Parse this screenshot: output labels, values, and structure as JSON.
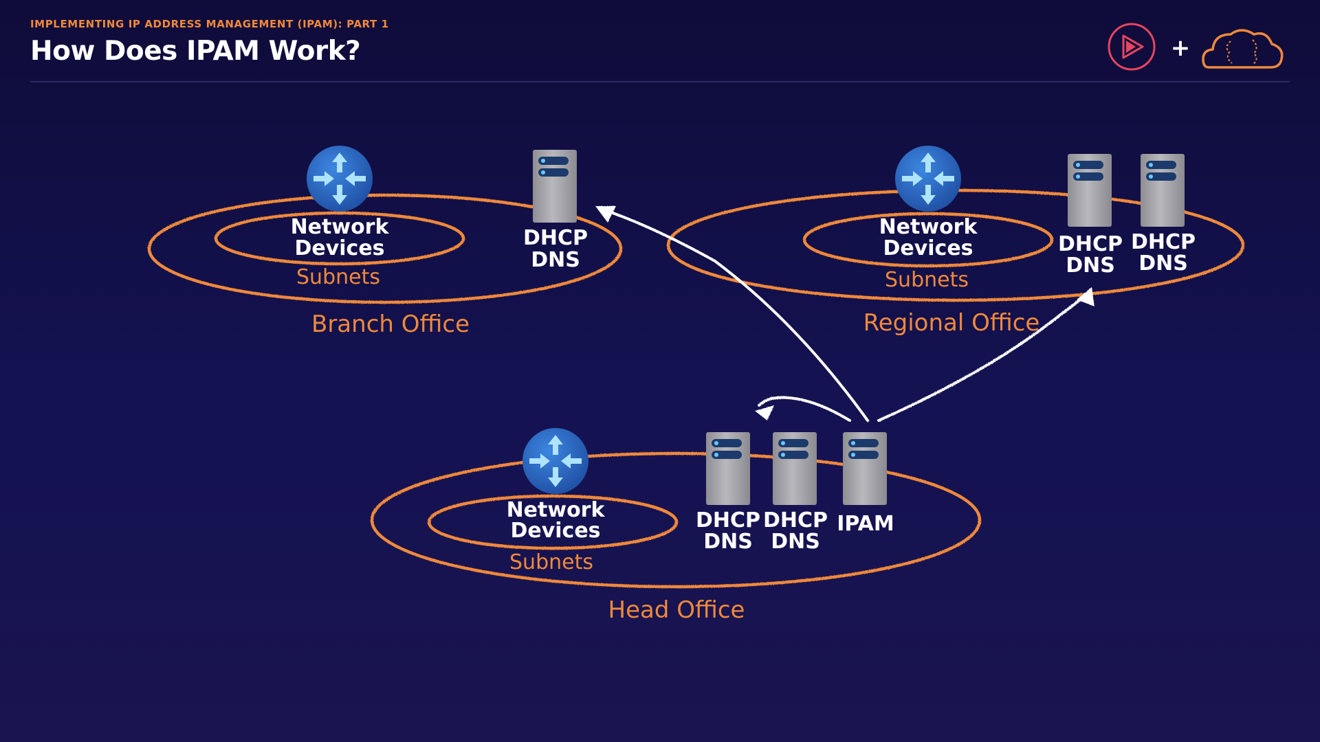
{
  "header": {
    "subtitle": "IMPLEMENTING IP ADDRESS MANAGEMENT (IPAM): PART 1",
    "title": "How Does IPAM Work?"
  },
  "logos": {
    "play_icon": "play-circle-icon",
    "plus": "+",
    "cloud_icon": "cloud-brain-icon"
  },
  "colors": {
    "accent_orange": "#f0893a",
    "router_blue": "#2d6fce",
    "router_arrow": "#aee4ff",
    "server_gray": "#a9a9ad",
    "led_navy": "#1c3a6b"
  },
  "diagram": {
    "branch": {
      "office_label": "Branch Office",
      "devices_line1": "Network",
      "devices_line2": "Devices",
      "subnets_label": "Subnets",
      "server1_line1": "DHCP",
      "server1_line2": "DNS"
    },
    "regional": {
      "office_label": "Regional Office",
      "devices_line1": "Network",
      "devices_line2": "Devices",
      "subnets_label": "Subnets",
      "server1_line1": "DHCP",
      "server1_line2": "DNS",
      "server2_line1": "DHCP",
      "server2_line2": "DNS"
    },
    "head": {
      "office_label": "Head Office",
      "devices_line1": "Network",
      "devices_line2": "Devices",
      "subnets_label": "Subnets",
      "server1_line1": "DHCP",
      "server1_line2": "DNS",
      "server2_line1": "DHCP",
      "server2_line2": "DNS",
      "ipam_label": "IPAM"
    }
  }
}
